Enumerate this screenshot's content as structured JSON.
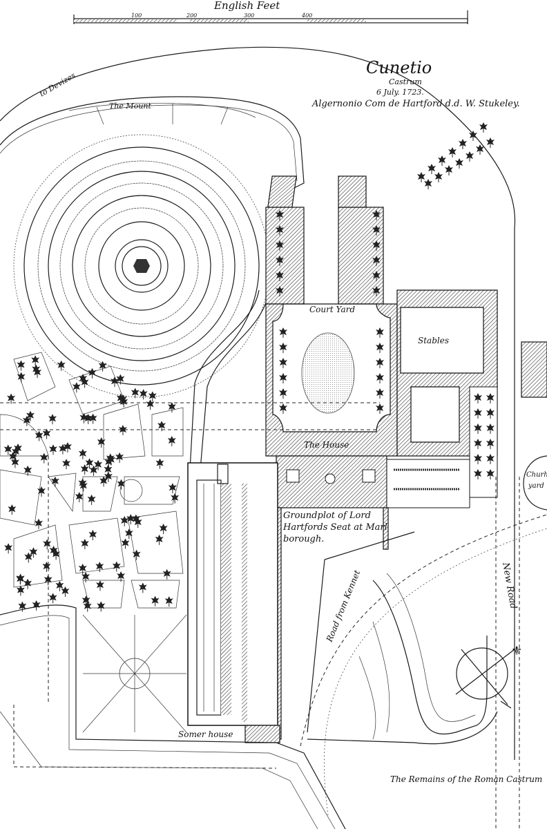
{
  "scale_bar": {
    "title": "English Feet",
    "ticks": [
      "100",
      "200",
      "300",
      "400"
    ]
  },
  "cartouche": {
    "title": "Cunetio",
    "subtitle": "Castrum",
    "date": "6 July. 1723.",
    "dedication": "Algernonio Com de Hartford d.d. W. Stukeley."
  },
  "labels": {
    "to_devizes": "to Devizes",
    "the_mount": "The Mount",
    "court_yard": "Court Yard",
    "stables": "Stables",
    "the_house": "The House",
    "church_yard_1": "Churh",
    "church_yard_2": "yard",
    "groundplot_1": "Groundplot of Lord",
    "groundplot_2": "Hartfords Seat at Marl",
    "groundplot_3": "borough.",
    "road_from_kennet": "Road from Kennet",
    "new_road": "New Road",
    "summer_house": "Somer house",
    "remains": "The Remains of the Roman Castrum"
  },
  "colors": {
    "ink": "#1a1a1a",
    "paper": "#ffffff"
  }
}
